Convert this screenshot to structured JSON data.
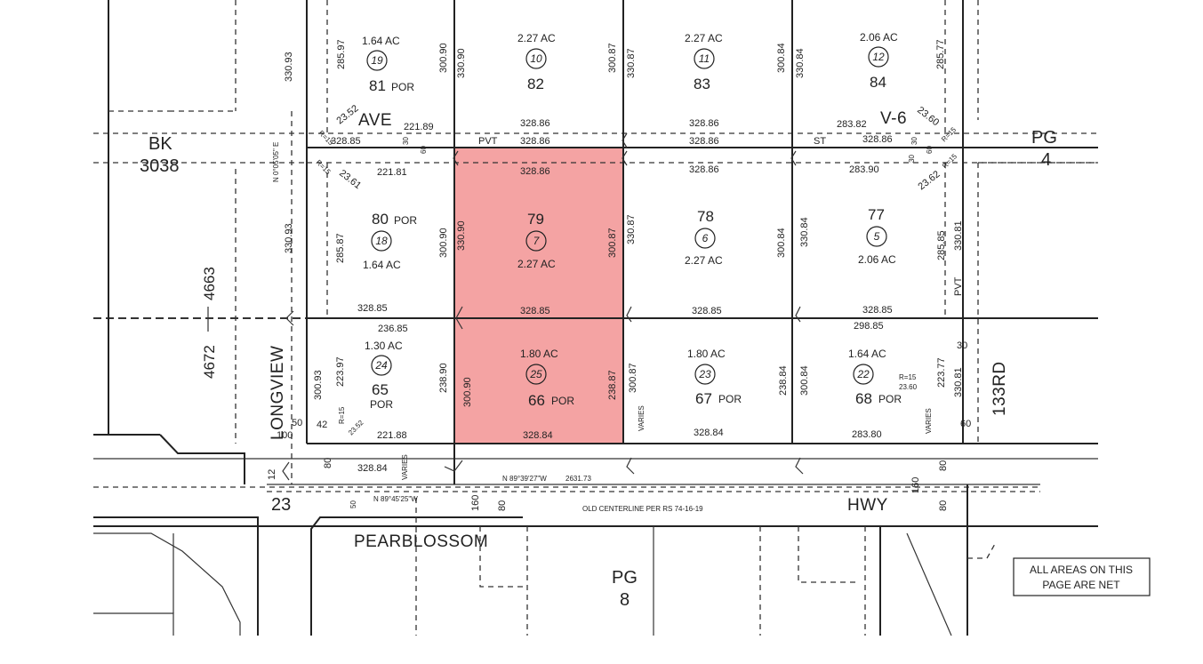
{
  "highlight_color": "#f4a3a3",
  "streets": {
    "ave": "AVE",
    "v6": "V-6",
    "st": "ST",
    "longview": "LONGVIEW",
    "pearblossom": "PEARBLOSSOM",
    "hwy": "HWY",
    "rd133": "133RD"
  },
  "page_refs": {
    "bk_label": "BK",
    "bk_number": "3038",
    "pg_right_label": "PG",
    "pg_right_number": "4",
    "pg_bottom_label": "PG",
    "pg_bottom_number": "8",
    "left_4663": "4663",
    "left_4672": "4672",
    "left_23": "23"
  },
  "note": {
    "line1": "ALL AREAS ON THIS",
    "line2": "PAGE ARE NET"
  },
  "lots_top": [
    {
      "acres": "1.64 AC",
      "parcel": "19",
      "lot": "81",
      "suffix": "POR"
    },
    {
      "acres": "2.27 AC",
      "parcel": "10",
      "lot": "82",
      "suffix": ""
    },
    {
      "acres": "2.27 AC",
      "parcel": "11",
      "lot": "83",
      "suffix": ""
    },
    {
      "acres": "2.06 AC",
      "parcel": "12",
      "lot": "84",
      "suffix": ""
    }
  ],
  "lots_middle": [
    {
      "acres": "1.64 AC",
      "parcel": "18",
      "lot": "80",
      "suffix": "POR"
    },
    {
      "acres": "2.27 AC",
      "parcel": "7",
      "lot": "79",
      "suffix": ""
    },
    {
      "acres": "2.27 AC",
      "parcel": "6",
      "lot": "78",
      "suffix": ""
    },
    {
      "acres": "2.06 AC",
      "parcel": "5",
      "lot": "77",
      "suffix": ""
    }
  ],
  "lots_bottom": [
    {
      "acres": "1.30 AC",
      "parcel": "24",
      "lot": "65",
      "suffix": "POR"
    },
    {
      "acres": "1.80 AC",
      "parcel": "25",
      "lot": "66",
      "suffix": "POR"
    },
    {
      "acres": "1.80 AC",
      "parcel": "23",
      "lot": "67",
      "suffix": "POR"
    },
    {
      "acres": "1.64 AC",
      "parcel": "22",
      "lot": "68",
      "suffix": "POR"
    }
  ],
  "dims": {
    "d33093": "330.93",
    "d28597": "285.97",
    "d30090": "300.90",
    "d33090": "330.90",
    "d30087": "300.87",
    "d33087": "330.87",
    "d30084": "300.84",
    "d33084": "330.84",
    "d28577": "285.77",
    "d22189": "221.89",
    "d32886": "328.86",
    "d28382": "283.82",
    "d32885": "328.85",
    "d22181": "221.81",
    "d28390": "283.90",
    "d2352": "23.52",
    "d2361": "23.61",
    "d2360": "23.60",
    "d2362": "23.62",
    "d28587": "285.87",
    "d28585": "285.85",
    "d33081": "330.81",
    "d23685": "236.85",
    "d29885": "298.85",
    "d22397": "223.97",
    "d30093": "300.93",
    "d23890": "238.90",
    "d23887": "238.87",
    "d23884": "238.84",
    "d22377": "223.77",
    "d22188": "221.88",
    "d32884": "328.84",
    "d28380": "283.80",
    "d2360b": "23.60",
    "d2352b": "23.52",
    "r15": "R=15",
    "n0": "N 0°05'05\" E",
    "bearing1": "N 89°39'27\"W",
    "bearing1_dist": "2631.73",
    "bearing2": "N 89°45'25\"W",
    "old_centerline": "OLD CENTERLINE PER RS 74-16-19",
    "pvt": "PVT",
    "varies": "VARIES",
    "w30": "30",
    "w60": "60",
    "w50": "50",
    "w100": "100",
    "w42": "42",
    "w80": "80",
    "w160": "160",
    "w12": "12"
  }
}
